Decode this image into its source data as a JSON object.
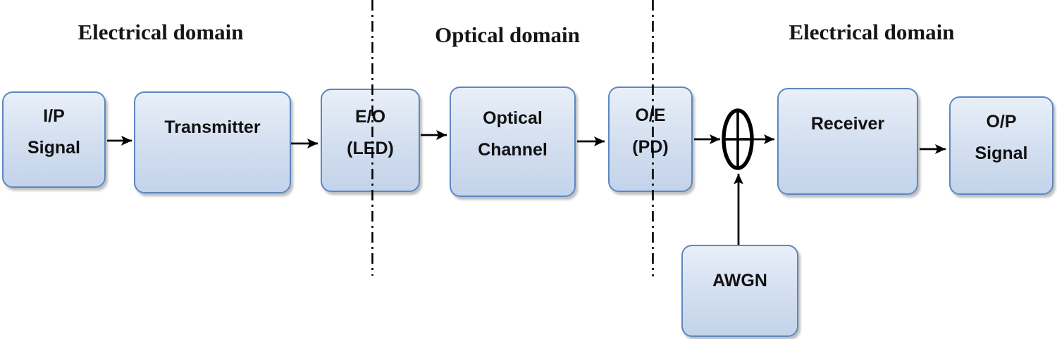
{
  "domains": [
    {
      "label": "Electrical domain"
    },
    {
      "label": "Optical domain"
    },
    {
      "label": "Electrical domain"
    }
  ],
  "blocks": {
    "ip_signal": "I/P\nSignal",
    "transmitter": "Transmitter",
    "eo_led": "E/O\n(LED)",
    "optical_channel": "Optical\nChannel",
    "oe_pd": "O/E\n(PD)",
    "receiver": "Receiver",
    "op_signal": "O/P\nSignal",
    "awgn": "AWGN"
  },
  "symbols": {
    "adder": "circled-plus"
  },
  "colors": {
    "block_fill_top": "#e9eff8",
    "block_fill_bottom": "#c3d3ea",
    "block_border": "#5b87c1",
    "line": "#000000",
    "text": "#111111"
  }
}
